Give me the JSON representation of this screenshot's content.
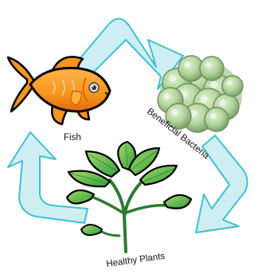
{
  "diagram": {
    "nodes": [
      {
        "id": "fish",
        "label": "Fish"
      },
      {
        "id": "bacteria",
        "label": "Beneficial Bacteria"
      },
      {
        "id": "plants",
        "label": "Healthy Plants"
      }
    ],
    "cycle": [
      "fish",
      "bacteria",
      "plants",
      "fish"
    ],
    "colors": {
      "arrow_fill": "#cfeef4",
      "arrow_stroke": "#3ec0d3",
      "fish_orange": "#f7941d",
      "fish_light": "#fbb040",
      "bacteria_fill": "#a8cf8e",
      "bacteria_dark": "#6f8f62",
      "plant_green": "#39b54a",
      "plant_light": "#8dc63f"
    }
  }
}
